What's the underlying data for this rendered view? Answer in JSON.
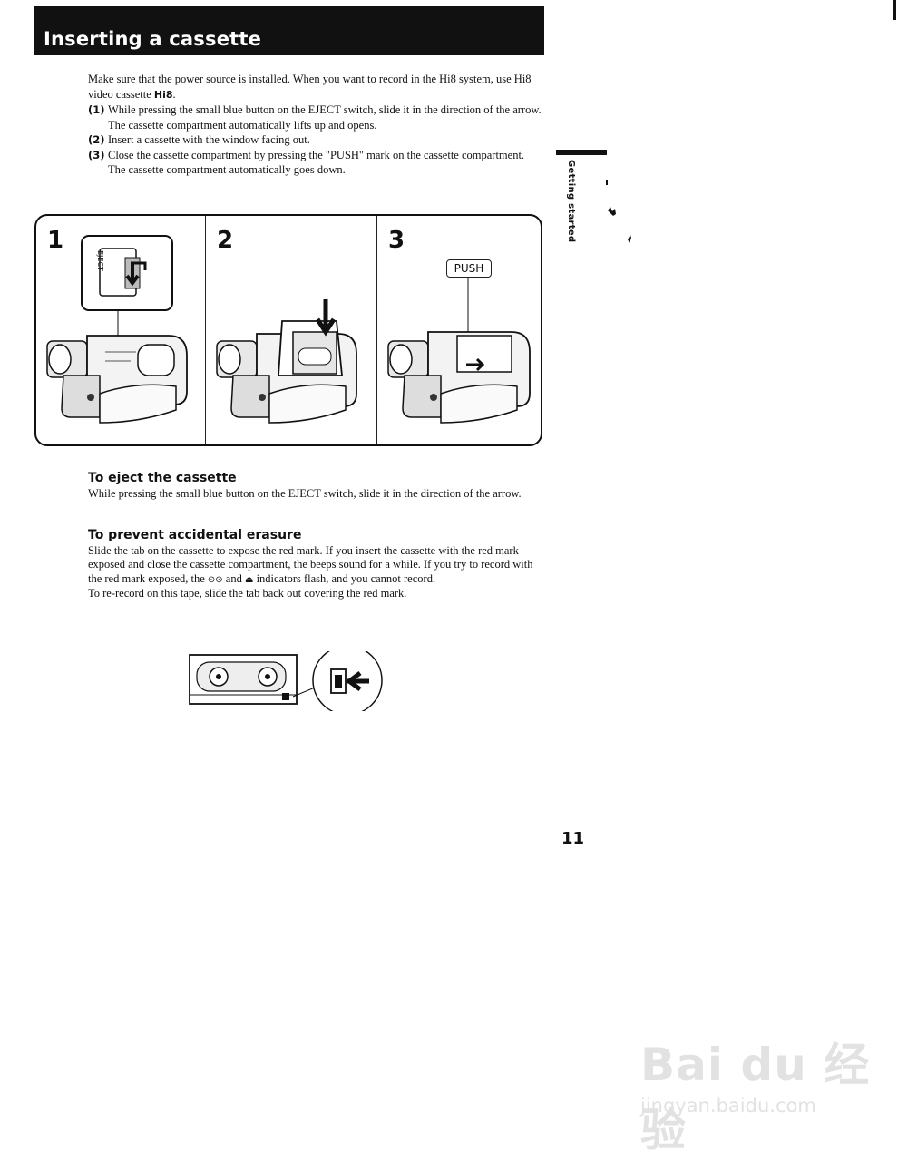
{
  "header": {
    "title": "Inserting a cassette"
  },
  "intro": {
    "text_before_logo": "Make sure that the power source is installed. When you want to record in the Hi8 system, use Hi8 video cassette ",
    "logo_text": "Hi8",
    "text_after_logo": "."
  },
  "steps": [
    {
      "num": "(1)",
      "text": "While pressing the small blue button on the EJECT switch, slide it in the direction of the arrow. The cassette compartment automatically lifts up and opens."
    },
    {
      "num": "(2)",
      "text": "Insert a cassette with the window facing out."
    },
    {
      "num": "(3)",
      "text": "Close the cassette compartment by pressing the \"PUSH\" mark on the cassette compartment. The cassette compartment automatically goes down."
    }
  ],
  "sidebar": {
    "label": "Getting started"
  },
  "figure": {
    "panels": [
      {
        "num": "1",
        "label": "EJECT"
      },
      {
        "num": "2"
      },
      {
        "num": "3",
        "label": "PUSH"
      }
    ]
  },
  "eject": {
    "heading": "To eject the cassette",
    "text": "While pressing the small blue button on the EJECT switch, slide it in the direction of the arrow."
  },
  "erasure": {
    "heading": "To prevent accidental erasure",
    "text_part1": "Slide the tab on the cassette to expose the red mark. If you insert the cassette with the red mark exposed and close the cassette compartment, the beeps sound for a while. If you try to record with the red mark exposed, the ",
    "indicator1": "⊙⊙",
    "text_part2": " and ",
    "indicator2": "⏏",
    "text_part3": " indicators flash, and you cannot record.",
    "text_rerecord": "To re-record on this tape, slide the tab back out covering the red mark."
  },
  "page_number": "11",
  "watermark": {
    "logo": "Bai du 经验",
    "url": "jingyan.baidu.com"
  }
}
